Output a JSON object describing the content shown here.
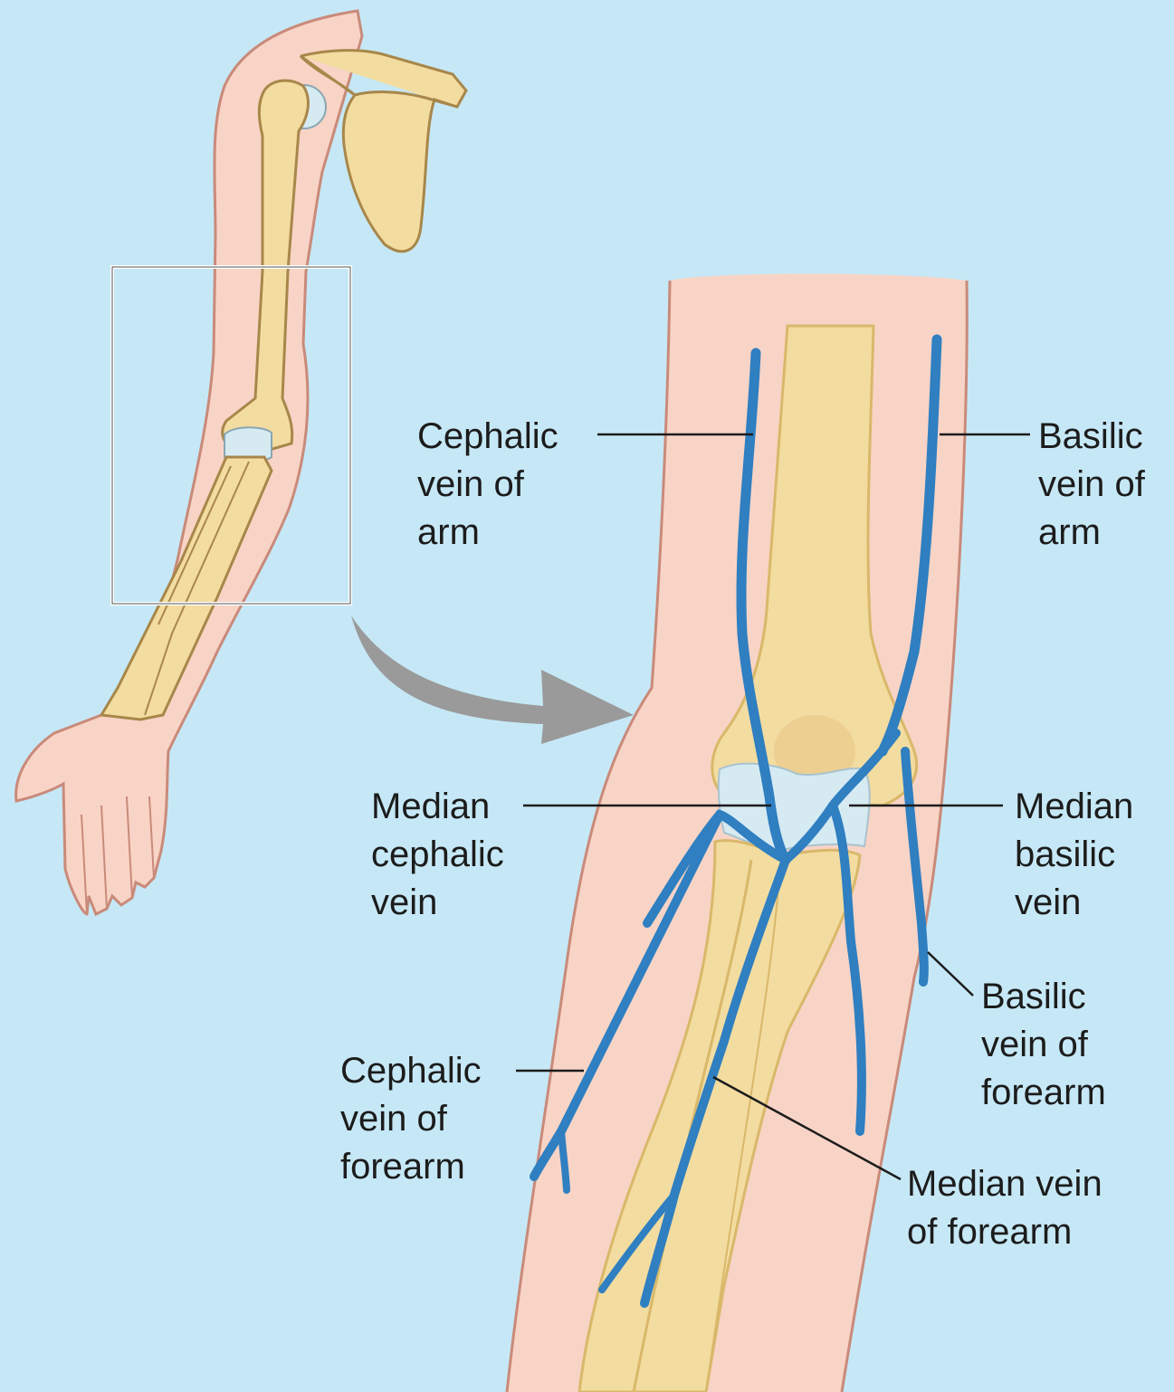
{
  "colors": {
    "background": "#c6e8f6",
    "skin": "#f8d4c6",
    "skin_outline": "#c98a7a",
    "bone": "#f3dca0",
    "bone_shade": "#d9b86a",
    "cartilage": "#d6eaf2",
    "vein": "#2f7fc1",
    "vein_dark": "#1d5f9a",
    "leader": "#1c1c1c",
    "arrow": "#9a9a9a",
    "inset_box": "#ffffff"
  },
  "labels": {
    "cephalic_arm": [
      "Cephalic",
      "vein of",
      "arm"
    ],
    "basilic_arm": [
      "Basilic",
      "vein of",
      "arm"
    ],
    "median_cephalic": [
      "Median",
      "cephalic",
      "vein"
    ],
    "median_basilic": [
      "Median",
      "basilic",
      "vein"
    ],
    "basilic_forearm": [
      "Basilic",
      "vein of",
      "forearm"
    ],
    "cephalic_forearm": [
      "Cephalic",
      "vein of",
      "forearm"
    ],
    "median_forearm": [
      "Median vein",
      "of forearm"
    ]
  }
}
